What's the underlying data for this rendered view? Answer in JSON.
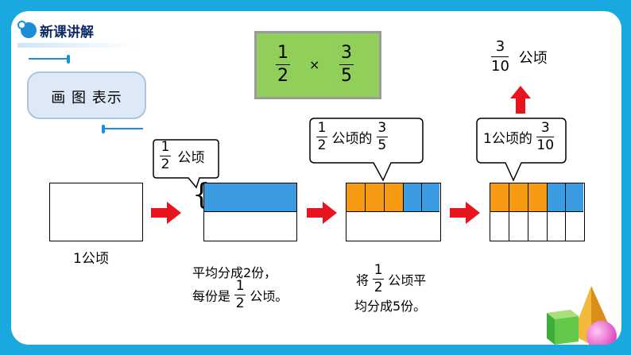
{
  "header": {
    "title": "新课讲解"
  },
  "method_box": {
    "label": "画 图 表示"
  },
  "formula": {
    "a_num": "1",
    "a_den": "2",
    "op": "×",
    "b_num": "3",
    "b_den": "5"
  },
  "result": {
    "num": "3",
    "den": "10",
    "unit": "公顷"
  },
  "step1": {
    "label": "1公顷"
  },
  "bubble1": {
    "num": "1",
    "den": "2",
    "text": "公顷"
  },
  "bubble2": {
    "num1": "1",
    "den1": "2",
    "text": "公顷的",
    "num2": "3",
    "den2": "5"
  },
  "bubble3": {
    "text": "1公顷的",
    "num": "3",
    "den": "10"
  },
  "caption1": {
    "line1": "平均分成2份，",
    "line2_pre": "每份是",
    "num": "1",
    "den": "2",
    "line2_post": "公顷。"
  },
  "caption2": {
    "pre": "将",
    "num": "1",
    "den": "2",
    "post": "公顷平",
    "line2": "均分成5份。"
  },
  "colors": {
    "frame": "#1aa8e0",
    "blue": "#3b9be0",
    "orange": "#f59a12",
    "green": "#8fcf5a",
    "red": "#e8141e"
  }
}
